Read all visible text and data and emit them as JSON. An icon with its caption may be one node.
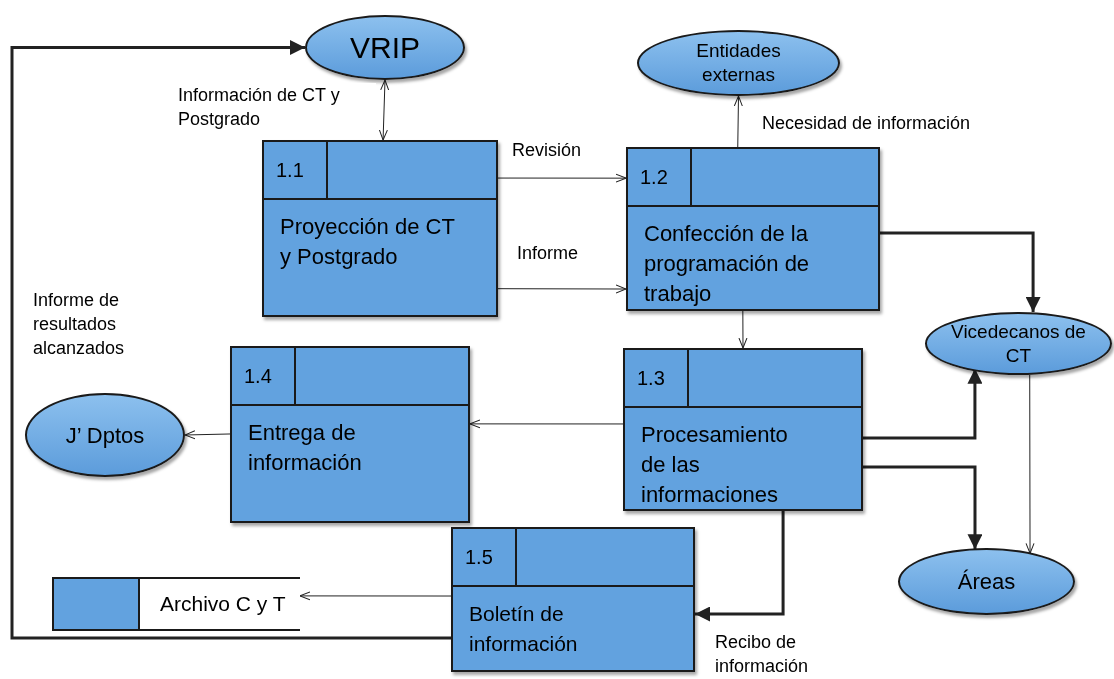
{
  "diagram": {
    "nodes": [
      {
        "text": [
          "VRIP"
        ]
      },
      {
        "text": [
          "Entidades externas"
        ]
      },
      {
        "text": [
          "1.1",
          "Proyección de CT y Postgrado"
        ]
      },
      {
        "text": [
          "1.2",
          "Confección de la programación de trabajo"
        ]
      },
      {
        "text": [
          "Vicedecanos de CT"
        ]
      },
      {
        "text": [
          "1.3",
          "Procesamiento de las informaciones"
        ]
      },
      {
        "text": [
          "1.4",
          "Entrega de información"
        ]
      },
      {
        "text": [
          "J’ Dptos"
        ]
      },
      {
        "text": [
          "1.5",
          "Boletín de información"
        ]
      },
      {
        "text": [
          "Archivo C y T"
        ]
      },
      {
        "text": [
          "Áreas"
        ]
      }
    ],
    "edges": [
      {
        "from": 2,
        "to": 0,
        "arrow": "both",
        "label": "Información de CT y Postgrado"
      },
      {
        "from": 2,
        "to": 3,
        "arrow": "to",
        "label": "Revisión"
      },
      {
        "from": 2,
        "to": 3,
        "arrow": "to",
        "label": "Informe"
      },
      {
        "from": 3,
        "to": 1,
        "arrow": "to",
        "label": "Necesidad de información"
      },
      {
        "from": 3,
        "to": 4,
        "arrow": "to",
        "style": "thick"
      },
      {
        "from": 3,
        "to": 5,
        "arrow": "to"
      },
      {
        "from": 5,
        "to": 6,
        "arrow": "to"
      },
      {
        "from": 6,
        "to": 7,
        "arrow": "to"
      },
      {
        "from": 5,
        "to": 4,
        "arrow": "to",
        "style": "thick"
      },
      {
        "from": 5,
        "to": 10,
        "arrow": "to",
        "style": "thick"
      },
      {
        "from": 4,
        "to": 10,
        "arrow": "to"
      },
      {
        "from": 5,
        "to": 8,
        "arrow": "to",
        "style": "thick",
        "label": "Recibo de información"
      },
      {
        "from": 8,
        "to": 9,
        "arrow": "to"
      },
      {
        "from": 8,
        "to": 0,
        "arrow": "to",
        "style": "thick",
        "label": "Informe de resultados alcanzados"
      }
    ]
  }
}
